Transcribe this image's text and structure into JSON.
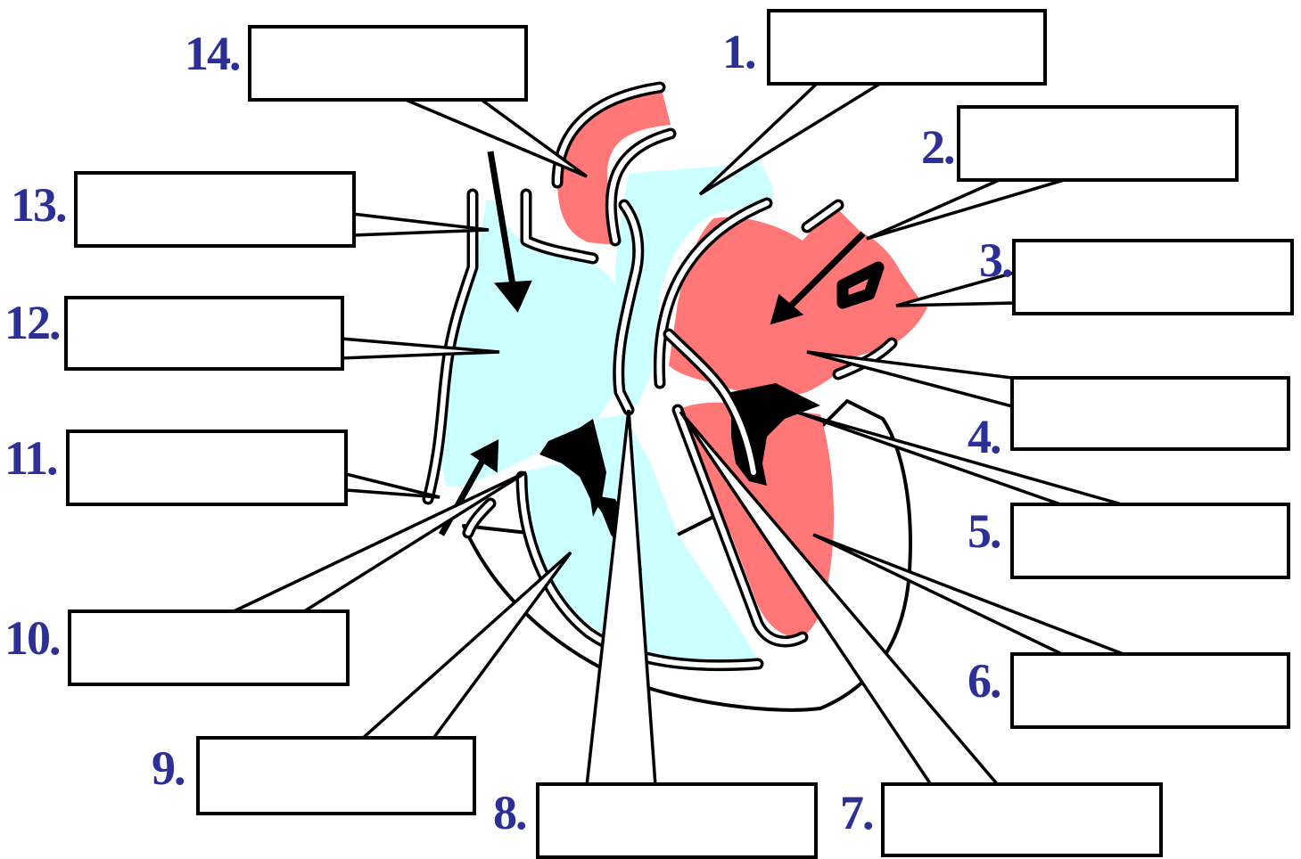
{
  "labels": [
    {
      "id": 1,
      "number": "1.",
      "answer": ""
    },
    {
      "id": 2,
      "number": "2.",
      "answer": ""
    },
    {
      "id": 3,
      "number": "3.",
      "answer": ""
    },
    {
      "id": 4,
      "number": "4.",
      "answer": ""
    },
    {
      "id": 5,
      "number": "5.",
      "answer": ""
    },
    {
      "id": 6,
      "number": "6.",
      "answer": ""
    },
    {
      "id": 7,
      "number": "7.",
      "answer": ""
    },
    {
      "id": 8,
      "number": "8.",
      "answer": ""
    },
    {
      "id": 9,
      "number": "9.",
      "answer": ""
    },
    {
      "id": 10,
      "number": "10.",
      "answer": ""
    },
    {
      "id": 11,
      "number": "11.",
      "answer": ""
    },
    {
      "id": 12,
      "number": "12.",
      "answer": ""
    },
    {
      "id": 13,
      "number": "13.",
      "answer": ""
    },
    {
      "id": 14,
      "number": "14.",
      "answer": ""
    }
  ],
  "colors": {
    "deoxygenated": "#ccffff",
    "oxygenated": "#ff7777",
    "label_number": "#2b2f96"
  }
}
